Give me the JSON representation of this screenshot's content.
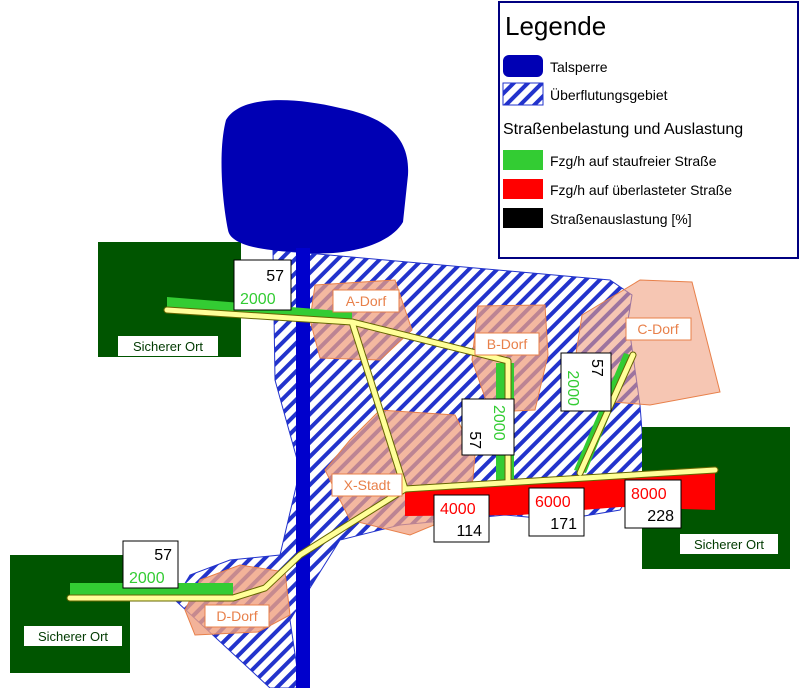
{
  "legend": {
    "title": "Legende",
    "items": [
      {
        "label": "Talsperre",
        "icon": "reservoir-swatch"
      },
      {
        "label": "Überflutungsgebiet",
        "icon": "flood-hatch-swatch"
      }
    ],
    "subtitle": "Straßenbelastung und Auslastung",
    "traffic_items": [
      {
        "label": "Fzg/h auf staufreier Straße",
        "color": "#33cc33"
      },
      {
        "label": "Fzg/h auf überlasteter Straße",
        "color": "#ff0000"
      },
      {
        "label": "Straßenauslastung [%]",
        "color": "#000000"
      }
    ]
  },
  "towns": {
    "a": "A-Dorf",
    "b": "B-Dorf",
    "c": "C-Dorf",
    "d": "D-Dorf",
    "x": "X-Stadt"
  },
  "safe_places": {
    "north_west": "Sicherer Ort",
    "south_west": "Sicherer Ort",
    "east": "Sicherer Ort"
  },
  "traffic_labels": {
    "north_west": {
      "utilization": "57",
      "flow": "2000",
      "flow_color": "#33cc33"
    },
    "b_road": {
      "utilization": "57",
      "flow": "2000",
      "flow_color": "#33cc33"
    },
    "c_road": {
      "utilization": "57",
      "flow": "2000",
      "flow_color": "#33cc33"
    },
    "south_west": {
      "utilization": "57",
      "flow": "2000",
      "flow_color": "#33cc33"
    },
    "east_1": {
      "utilization": "114",
      "flow": "4000",
      "flow_color": "#ff0000"
    },
    "east_2": {
      "utilization": "171",
      "flow": "6000",
      "flow_color": "#ff0000"
    },
    "east_3": {
      "utilization": "228",
      "flow": "8000",
      "flow_color": "#ff0000"
    }
  },
  "colors": {
    "reservoir": "#0000b4",
    "flood_hatch": "#2233cc",
    "town_fill": "#f0a080",
    "safe_place": "#005500",
    "road": "#ffff99",
    "free_flow": "#33cc33",
    "congested": "#ff0000"
  }
}
